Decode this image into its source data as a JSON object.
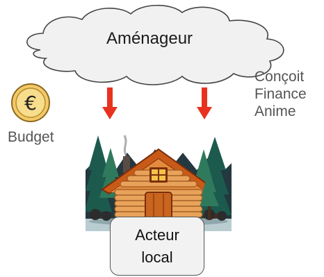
{
  "cloud": {
    "label": "Aménageur"
  },
  "roles": [
    "Conçoit",
    "Finance",
    "Anime"
  ],
  "budget": {
    "label": "Budget",
    "symbol": "€",
    "icon": "euro-coin-icon"
  },
  "actor": {
    "line1": "Acteur",
    "line2": "local"
  },
  "scene": {
    "icon": "log-cabin-forest-illustration"
  },
  "colors": {
    "arrow": "#e8321f",
    "coin_face": "#f7dd8c",
    "coin_rim": "#8b6a1e",
    "cloud_fill": "#f1f1f1"
  }
}
